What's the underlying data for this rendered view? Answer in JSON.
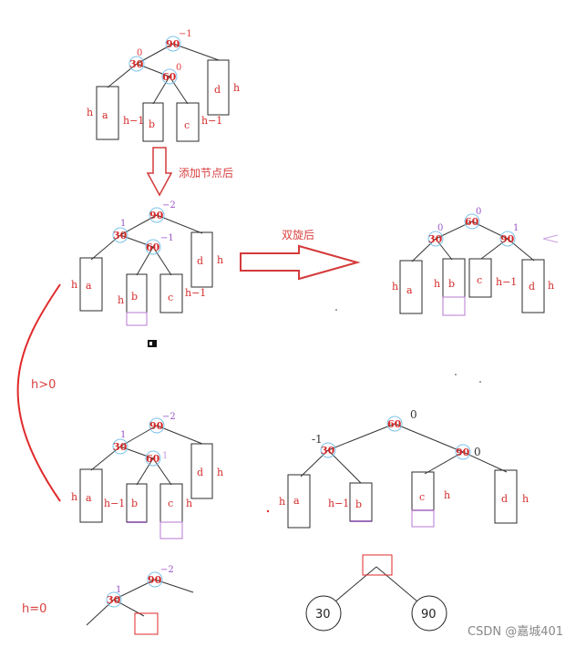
{
  "labels": {
    "add_node": "添加节点后",
    "double_rotate": "双旋后",
    "h_gt_0": "h>0",
    "h_eq_0": "h=0",
    "watermark": "CSDN @嘉城401"
  },
  "nodes": {
    "n90": "90",
    "n30": "30",
    "n60": "60"
  },
  "subtrees": {
    "a": "a",
    "b": "b",
    "c": "c",
    "d": "d"
  },
  "heights": {
    "h": "h",
    "h1": "h−1",
    "h1b": "h-1"
  },
  "bf": {
    "m1": "−1",
    "zero": "0",
    "m2": "−2",
    "one": "1",
    "neg1": "-1",
    "p1": "1"
  }
}
